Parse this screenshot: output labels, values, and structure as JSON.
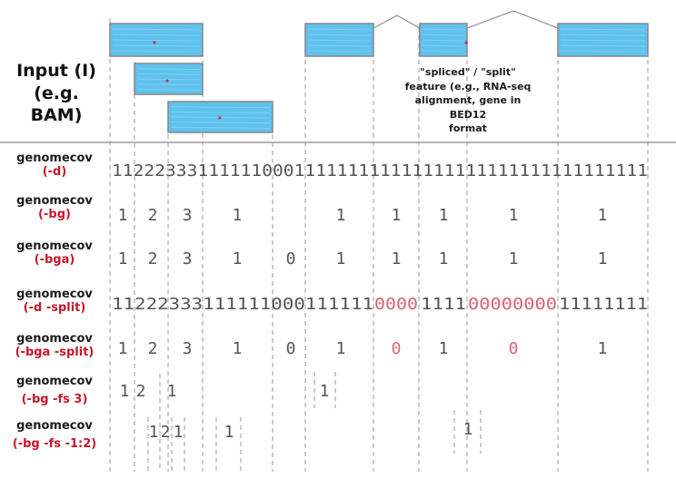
{
  "input_label": {
    "line1": "Input (I)",
    "line2": "(e.g. BAM)"
  },
  "feature_note": {
    "line1": "\"spliced\" / \"split\"",
    "line2": "feature (e.g., RNA-seq",
    "line3": "alignment, gene in BED12",
    "line4": "format"
  },
  "colors": {
    "read_fill": "#5fc2ee",
    "read_outline": "#8a8a8a",
    "text": "#555555",
    "split_zero": "#d9626f",
    "option": "#c8162d"
  },
  "rows": [
    {
      "name": "row-d",
      "tool": "genomecov",
      "option": "(-d)",
      "values": "11222333111111000111111111111111111111111111111111"
    },
    {
      "name": "row-bg",
      "tool": "genomecov",
      "option": "(-bg)",
      "values": [
        "1",
        "2",
        "3",
        "1",
        "1",
        "1",
        "1",
        "1",
        "1"
      ]
    },
    {
      "name": "row-bga",
      "tool": "genomecov",
      "option": "(-bga)",
      "values": [
        "1",
        "2",
        "3",
        "1",
        "0",
        "1",
        "1",
        "1",
        "1",
        "1"
      ]
    },
    {
      "name": "row-d-split",
      "tool": "genomecov",
      "option": "(-d -split)",
      "values": [
        "11222333111111000111111",
        "0000",
        "1111",
        "00000000",
        "11111111"
      ]
    },
    {
      "name": "row-bga-split",
      "tool": "genomecov",
      "option": "(-bga -split)",
      "values": [
        "1",
        "2",
        "3",
        "1",
        "0",
        "1",
        "0",
        "1",
        "0",
        "1"
      ]
    },
    {
      "name": "row-bg-fs3",
      "tool": "genomecov",
      "option": "(-bg -fs 3)",
      "values": [
        "1",
        "2",
        "1",
        "1"
      ]
    },
    {
      "name": "row-bg-fs-12",
      "tool": "genomecov",
      "option": "(-bg -fs -1:2)",
      "values": [
        "1",
        "2",
        "1",
        "1",
        "1"
      ]
    }
  ]
}
